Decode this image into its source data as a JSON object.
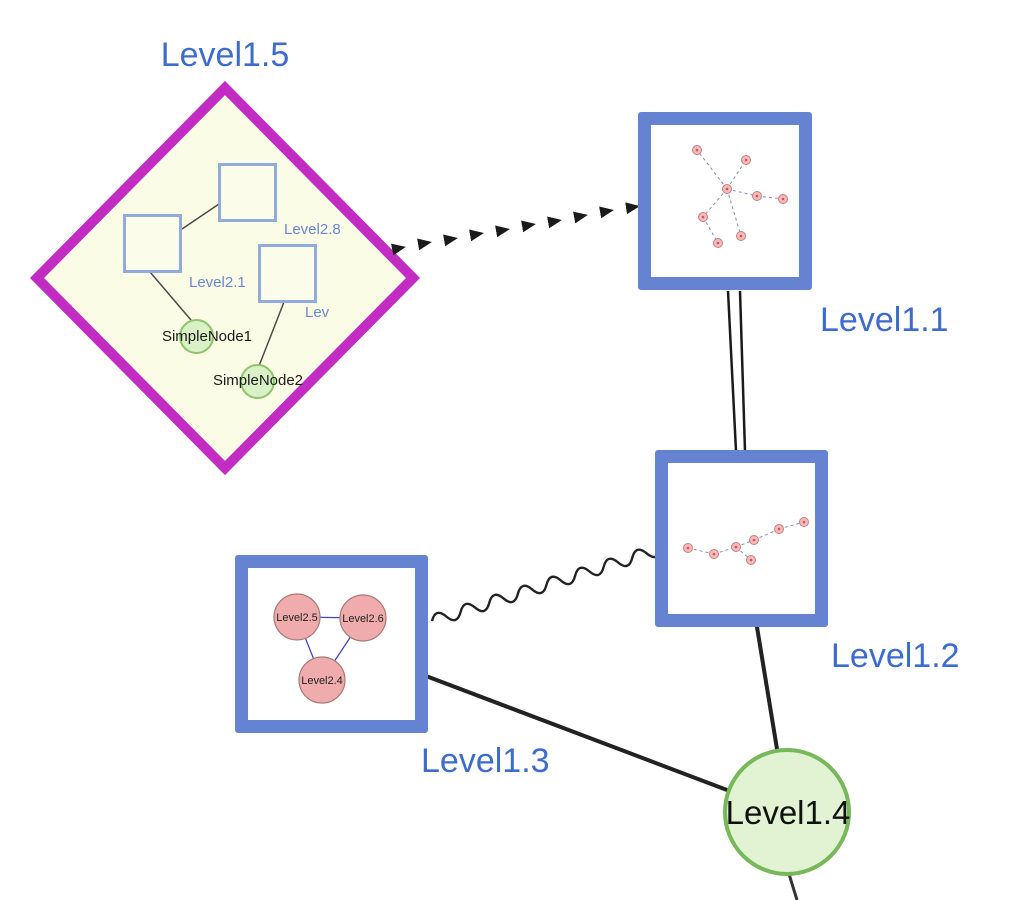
{
  "labels": {
    "level1_5": "Level1.5",
    "level1_1": "Level1.1",
    "level1_2": "Level1.2",
    "level1_3": "Level1.3",
    "level1_4": "Level1.4",
    "level2_8": "Level2.8",
    "level2_1": "Level2.1",
    "level2_x": "Lev",
    "simplenode1": "SimpleNode1",
    "simplenode2": "SimpleNode2",
    "level2_5": "Level2.5",
    "level2_6": "Level2.6",
    "level2_4": "Level2.4"
  },
  "colors": {
    "label_blue": "#3d6bd0",
    "label_black": "#111111",
    "box_border_blue": "#6583d1",
    "diamond_border_magenta": "#c32cc3",
    "diamond_fill_yellow": "#fbfce5",
    "inner_square_border": "#92abdd",
    "inner_square_fill": "#fcfceb",
    "green_node_fill": "#daf0c6",
    "green_node_border": "#8cc46a",
    "big_circle_fill": "#e2f3d4",
    "big_circle_border": "#77b85a",
    "pink_node_fill": "#f0acac",
    "pink_node_border": "#a87878",
    "dashed_edge_blue": "#8888cc",
    "edge_black": "#1a1a1a"
  },
  "edges": [
    {
      "from": "Level1.5",
      "to": "Level1.1",
      "style": "dashed-arrow"
    },
    {
      "from": "Level1.1",
      "to": "Level1.2",
      "style": "double-line"
    },
    {
      "from": "Level1.3",
      "to": "Level1.2",
      "style": "wavy"
    },
    {
      "from": "Level1.3",
      "to": "Level1.4",
      "style": "solid"
    },
    {
      "from": "Level1.2",
      "to": "Level1.4",
      "style": "solid"
    },
    {
      "from": "Level2.1",
      "to": "Level2.8",
      "style": "solid"
    },
    {
      "from": "Level2.1",
      "to": "SimpleNode1",
      "style": "solid"
    },
    {
      "from": "Lev",
      "to": "SimpleNode2",
      "style": "solid"
    },
    {
      "from": "Level2.5",
      "to": "Level2.6",
      "style": "solid"
    },
    {
      "from": "Level2.5",
      "to": "Level2.4",
      "style": "solid"
    },
    {
      "from": "Level2.6",
      "to": "Level2.4",
      "style": "solid"
    }
  ]
}
